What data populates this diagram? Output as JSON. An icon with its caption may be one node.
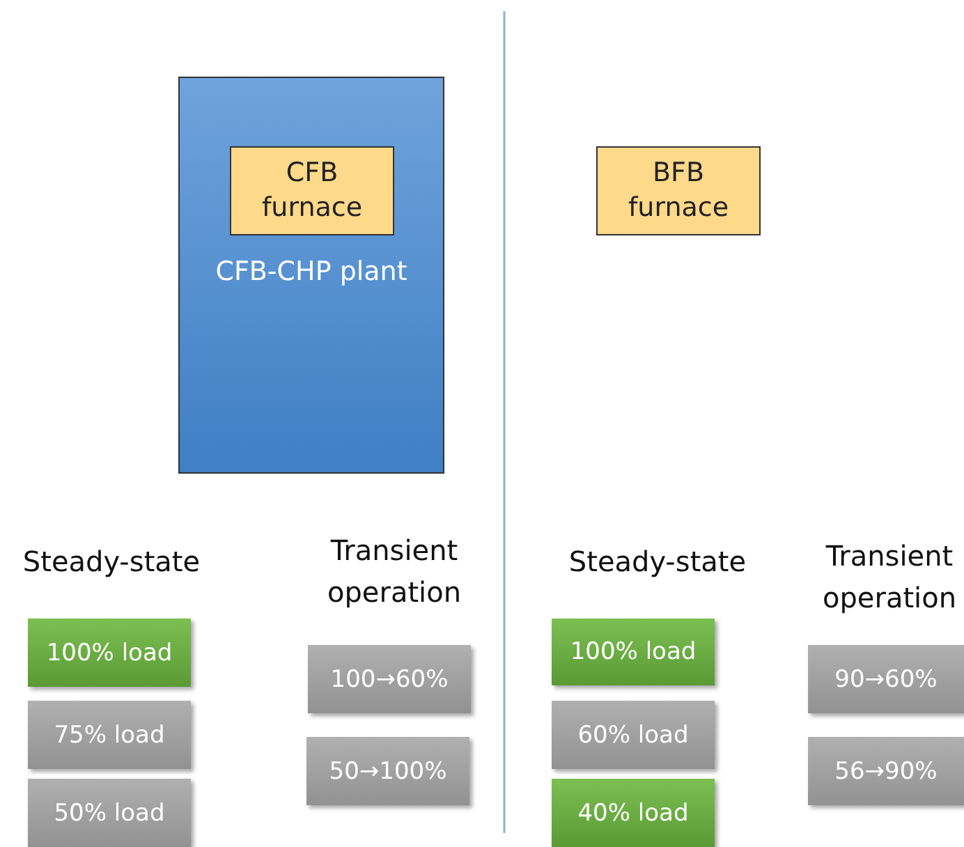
{
  "diagram": {
    "nodes": [
      {
        "text": [
          "CFB-CHP plant"
        ]
      },
      {
        "text": [
          "CFB furnace"
        ],
        "in": 0
      },
      {
        "text": [
          "BFB furnace"
        ]
      },
      {
        "text": [
          "100% load"
        ]
      },
      {
        "text": [
          "75% load"
        ]
      },
      {
        "text": [
          "50% load"
        ]
      },
      {
        "text": [
          "100→60%"
        ]
      },
      {
        "text": [
          "50→100%"
        ]
      },
      {
        "text": [
          "100% load"
        ]
      },
      {
        "text": [
          "60% load"
        ]
      },
      {
        "text": [
          "40% load"
        ]
      },
      {
        "text": [
          "90→60%"
        ]
      },
      {
        "text": [
          "56→90%"
        ]
      }
    ],
    "labels": [
      "Steady-state",
      "Transient operation",
      "Steady-state",
      "Transient operation"
    ]
  }
}
